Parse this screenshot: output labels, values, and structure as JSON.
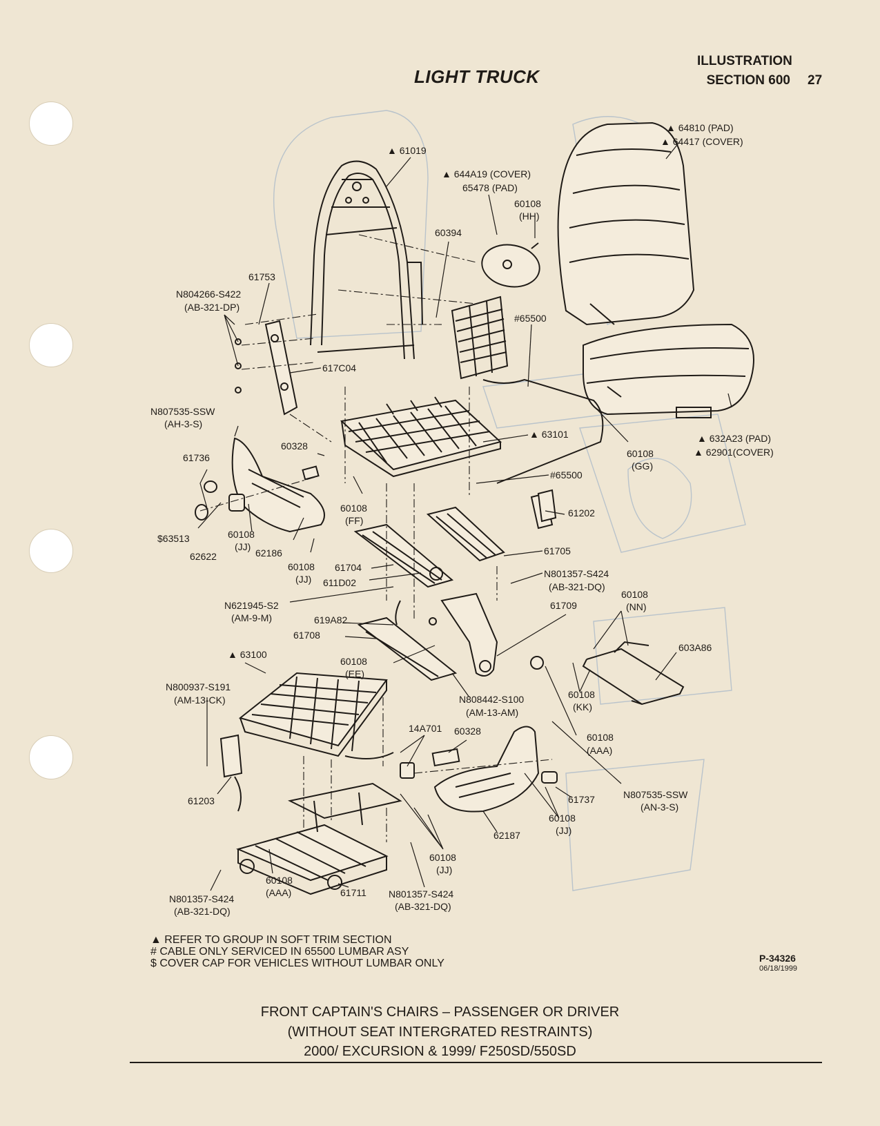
{
  "header": {
    "title": "LIGHT TRUCK",
    "illustration": "ILLUSTRATION",
    "section": "SECTION 600",
    "page_number": "27"
  },
  "callouts": {
    "c61019": "▲ 61019",
    "c64810": "▲ 64810 (PAD)",
    "c64417": "▲ 64417 (COVER)",
    "c644A19": "▲ 644A19 (COVER)",
    "c65478": "65478 (PAD)",
    "c60108HH_a": "60108",
    "c60108HH_b": "(HH)",
    "c60394": "60394",
    "c61753": "61753",
    "cN804266_a": "N804266-S422",
    "cN804266_b": "(AB-321-DP)",
    "c65500_top": "#65500",
    "c617C04": "617C04",
    "cN807535_a": "N807535-SSW",
    "cN807535_b": "(AH-3-S)",
    "c63101": "▲ 63101",
    "c60328_top": "60328",
    "c61736": "61736",
    "c60108GG_a": "60108",
    "c60108GG_b": "(GG)",
    "c632A23": "▲ 632A23 (PAD)",
    "c62901": "▲ 62901(COVER)",
    "c65500_mid": "#65500",
    "c60108FF_a": "60108",
    "c60108FF_b": "(FF)",
    "c61202": "61202",
    "c63513": "$63513",
    "c60108JJ1_a": "60108",
    "c60108JJ1_b": "(JJ)",
    "c62622": "62622",
    "c62186": "62186",
    "c60108JJ2_a": "60108",
    "c60108JJ2_b": "(JJ)",
    "c61704": "61704",
    "c611D02": "611D02",
    "c61705": "61705",
    "cN801357_top_a": "N801357-S424",
    "cN801357_top_b": "(AB-321-DQ)",
    "cN621945_a": "N621945-S2",
    "cN621945_b": "(AM-9-M)",
    "c60108NN_a": "60108",
    "c60108NN_b": "(NN)",
    "c61709": "61709",
    "c619A82": "619A82",
    "c61708": "61708",
    "c603A86": "603A86",
    "c63100": "▲ 63100",
    "c60108EE_a": "60108",
    "c60108EE_b": "(EE)",
    "cN800937_a": "N800937-S191",
    "cN800937_b": "(AM-13-CK)",
    "cN808442_a": "N808442-S100",
    "cN808442_b": "(AM-13-AM)",
    "c60108KK_a": "60108",
    "c60108KK_b": "(KK)",
    "c14A701": "14A701",
    "c60328_low": "60328",
    "c60108AAA1_a": "60108",
    "c60108AAA1_b": "(AAA)",
    "c61203": "61203",
    "c61737": "61737",
    "cN807535_low_a": "N807535-SSW",
    "cN807535_low_b": "(AN-3-S)",
    "c60108JJ3_a": "60108",
    "c60108JJ3_b": "(JJ)",
    "c62187": "62187",
    "c60108JJ4_a": "60108",
    "c60108JJ4_b": "(JJ)",
    "c60108AAA2_a": "60108",
    "c60108AAA2_b": "(AAA)",
    "c61711": "61711",
    "cN801357_l_a": "N801357-S424",
    "cN801357_l_b": "(AB-321-DQ)",
    "cN801357_r_a": "N801357-S424",
    "cN801357_r_b": "(AB-321-DQ)"
  },
  "notes": {
    "n1": "▲ REFER TO GROUP IN SOFT TRIM SECTION",
    "n2": "# CABLE ONLY SERVICED IN 65500 LUMBAR ASY",
    "n3": "$ COVER CAP FOR VEHICLES WITHOUT LUMBAR ONLY"
  },
  "plate": {
    "number": "P-34326",
    "date": "06/18/1999"
  },
  "caption": {
    "line1": "FRONT CAPTAIN'S CHAIRS – PASSENGER OR DRIVER",
    "line2": "(WITHOUT SEAT INTERGRATED RESTRAINTS)",
    "line3": "2000/ EXCURSION & 1999/ F250SD/550SD"
  },
  "colors": {
    "paper": "#efe6d3",
    "ink": "#1f1b17",
    "bleed_through": "#b9c3cb"
  }
}
